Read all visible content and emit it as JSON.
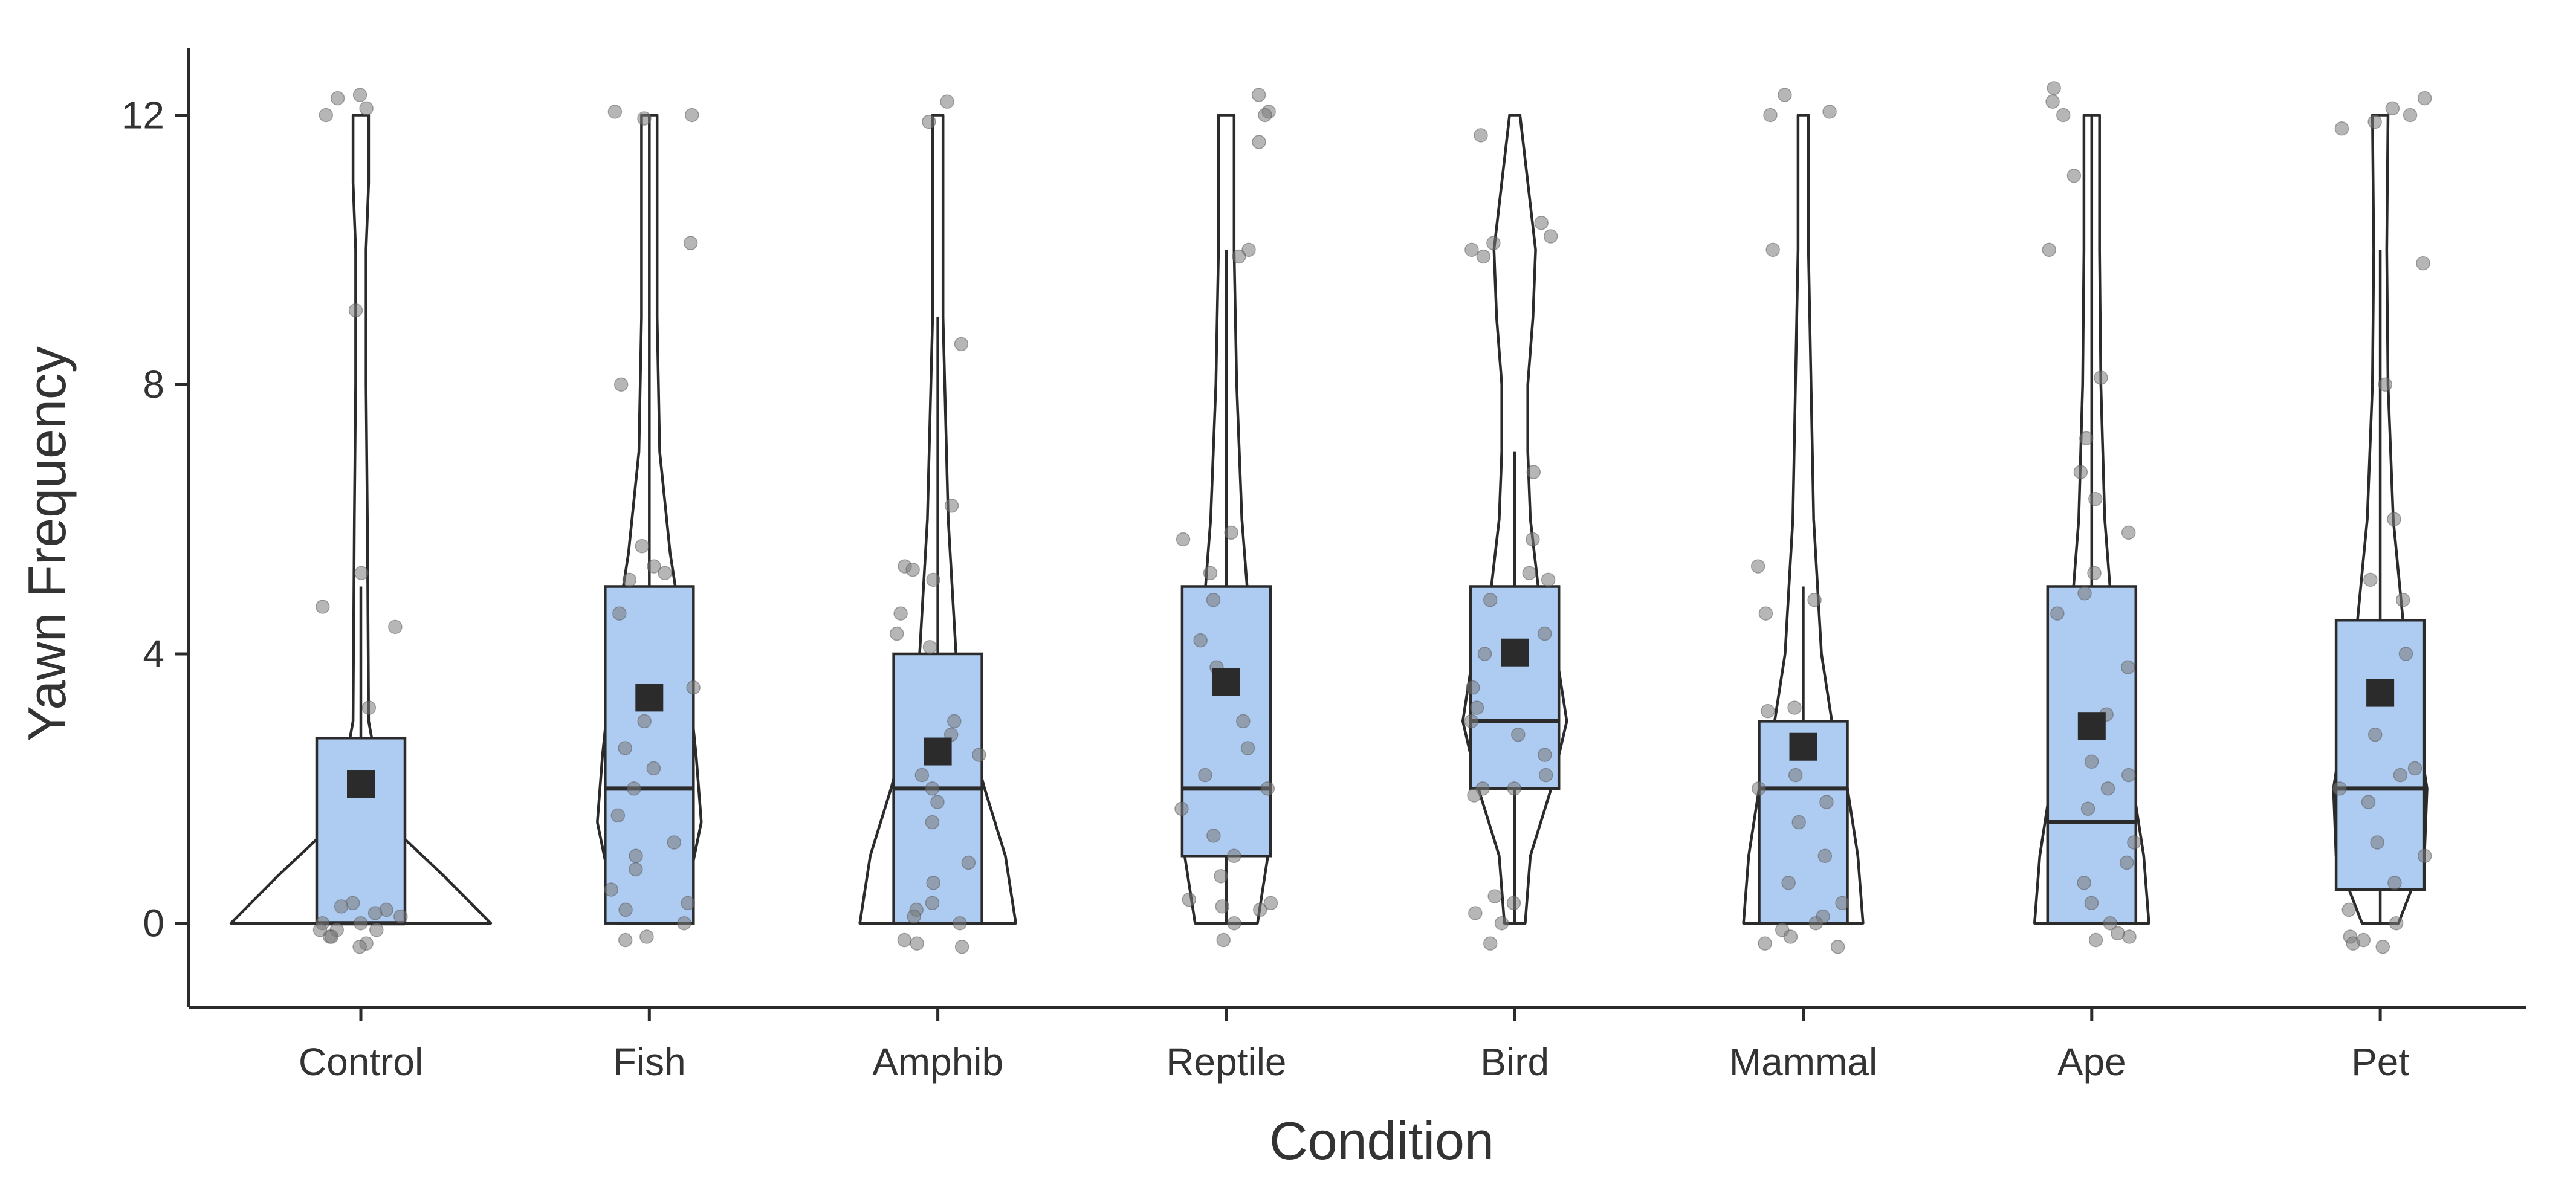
{
  "chart_data": {
    "type": "violin-box",
    "xlabel": "Condition",
    "ylabel": "Yawn Frequency",
    "ylim": [
      -1.25,
      13
    ],
    "yticks": [
      0,
      4,
      8,
      12
    ],
    "grid": false,
    "legend": "none",
    "colors": {
      "box_fill": "#aecbf1",
      "outline": "#2b2b2b",
      "point": "#7a7a7a",
      "mean_marker": "#2b2b2b"
    },
    "categories": [
      "Control",
      "Fish",
      "Amphib",
      "Reptile",
      "Bird",
      "Mammal",
      "Ape",
      "Pet"
    ],
    "groups": [
      {
        "name": "Control",
        "box": {
          "whisker_low": 0,
          "q1": 0,
          "median": 0,
          "q3": 2.75,
          "whisker_high": 5
        },
        "mean": 2.07,
        "violin": [
          [
            0,
            0.5
          ],
          [
            0.7,
            0.32
          ],
          [
            1.5,
            0.1
          ],
          [
            3,
            0.03
          ],
          [
            6,
            0.025
          ],
          [
            8,
            0.02
          ],
          [
            10,
            0.02
          ],
          [
            11,
            0.03
          ],
          [
            12,
            0.03
          ]
        ],
        "points": [
          12.3,
          12.1,
          12.0,
          12.25,
          9.1,
          5.2,
          4.7,
          4.4,
          3.2,
          0.3,
          0.25,
          0.2,
          0.15,
          0,
          0,
          -0.1,
          -0.1,
          -0.2,
          -0.3,
          -0.35,
          -0.2,
          -0.1,
          0.1
        ]
      },
      {
        "name": "Fish",
        "box": {
          "whisker_low": 0,
          "q1": 0,
          "median": 2,
          "q3": 5,
          "whisker_high": 12
        },
        "mean": 3.35,
        "violin": [
          [
            0,
            0.12
          ],
          [
            1.5,
            0.2
          ],
          [
            2.5,
            0.18
          ],
          [
            4,
            0.14
          ],
          [
            5.5,
            0.08
          ],
          [
            7,
            0.04
          ],
          [
            9,
            0.03
          ],
          [
            12,
            0.03
          ]
        ],
        "points": [
          12.0,
          12.05,
          11.95,
          10.1,
          8.0,
          5.6,
          5.3,
          5.2,
          5.1,
          4.6,
          3.5,
          3.0,
          2.6,
          2.3,
          2.0,
          1.6,
          1.2,
          1.0,
          0.8,
          0.5,
          0.3,
          0.2,
          0,
          -0.2,
          -0.25
        ]
      },
      {
        "name": "Amphib",
        "box": {
          "whisker_low": 0,
          "q1": 0,
          "median": 2,
          "q3": 4,
          "whisker_high": 9
        },
        "mean": 2.55,
        "violin": [
          [
            0,
            0.3
          ],
          [
            1,
            0.26
          ],
          [
            2,
            0.18
          ],
          [
            3,
            0.11
          ],
          [
            4,
            0.07
          ],
          [
            6,
            0.04
          ],
          [
            9,
            0.02
          ],
          [
            11,
            0.02
          ],
          [
            12,
            0.02
          ]
        ],
        "points": [
          12.2,
          11.9,
          8.6,
          6.2,
          5.3,
          5.25,
          5.1,
          4.6,
          4.3,
          4.1,
          3.0,
          2.8,
          2.5,
          2.2,
          2.0,
          1.8,
          1.5,
          0.9,
          0.6,
          0.3,
          0.2,
          0.1,
          0,
          -0.25,
          -0.3,
          -0.35
        ]
      },
      {
        "name": "Reptile",
        "box": {
          "whisker_low": 0,
          "q1": 1,
          "median": 2,
          "q3": 5,
          "whisker_high": 10
        },
        "mean": 3.58,
        "violin": [
          [
            0,
            0.12
          ],
          [
            1,
            0.16
          ],
          [
            2,
            0.16
          ],
          [
            3,
            0.13
          ],
          [
            4,
            0.1
          ],
          [
            6,
            0.06
          ],
          [
            8,
            0.04
          ],
          [
            10,
            0.03
          ],
          [
            12,
            0.03
          ]
        ],
        "points": [
          12.3,
          12.05,
          12.0,
          11.6,
          10.0,
          9.9,
          5.8,
          5.7,
          5.2,
          4.8,
          4.2,
          3.8,
          3.0,
          2.6,
          2.2,
          2.0,
          1.7,
          1.3,
          1.0,
          0.7,
          0.35,
          0.3,
          0.25,
          0.2,
          0,
          -0.25
        ]
      },
      {
        "name": "Bird",
        "box": {
          "whisker_low": 0,
          "q1": 2,
          "median": 3,
          "q3": 5,
          "whisker_high": 7
        },
        "mean": 4.02,
        "violin": [
          [
            0,
            0.04
          ],
          [
            1,
            0.06
          ],
          [
            2,
            0.14
          ],
          [
            3,
            0.2
          ],
          [
            4,
            0.16
          ],
          [
            5,
            0.09
          ],
          [
            6,
            0.06
          ],
          [
            7,
            0.05
          ],
          [
            8,
            0.05
          ],
          [
            9,
            0.07
          ],
          [
            10,
            0.08
          ],
          [
            11,
            0.05
          ],
          [
            12,
            0.02
          ]
        ],
        "points": [
          11.7,
          10.4,
          10.2,
          10.1,
          10.0,
          9.9,
          6.7,
          5.7,
          5.2,
          5.1,
          4.8,
          4.3,
          4.0,
          3.5,
          3.2,
          3.0,
          2.8,
          2.5,
          2.2,
          2.0,
          2.0,
          1.9,
          0.4,
          0.3,
          0.15,
          0,
          -0.3
        ]
      },
      {
        "name": "Mammal",
        "box": {
          "whisker_low": 0,
          "q1": 0,
          "median": 2,
          "q3": 3,
          "whisker_high": 5
        },
        "mean": 2.62,
        "violin": [
          [
            0,
            0.23
          ],
          [
            1,
            0.21
          ],
          [
            2,
            0.17
          ],
          [
            3,
            0.11
          ],
          [
            4,
            0.07
          ],
          [
            6,
            0.04
          ],
          [
            8,
            0.03
          ],
          [
            10,
            0.02
          ],
          [
            12,
            0.02
          ]
        ],
        "points": [
          12.3,
          12.05,
          12.0,
          10.0,
          5.3,
          4.8,
          4.6,
          3.2,
          3.15,
          2.6,
          2.2,
          2.0,
          1.8,
          1.5,
          1.0,
          0.6,
          0.3,
          0.1,
          0,
          -0.1,
          -0.2,
          -0.3,
          -0.35
        ]
      },
      {
        "name": "Ape",
        "box": {
          "whisker_low": 0,
          "q1": 0,
          "median": 1.5,
          "q3": 5,
          "whisker_high": 12
        },
        "mean": 2.93,
        "violin": [
          [
            0,
            0.22
          ],
          [
            1,
            0.2
          ],
          [
            2,
            0.16
          ],
          [
            3,
            0.12
          ],
          [
            4,
            0.09
          ],
          [
            5,
            0.07
          ],
          [
            6,
            0.05
          ],
          [
            8,
            0.035
          ],
          [
            10,
            0.03
          ],
          [
            12,
            0.03
          ]
        ],
        "points": [
          12.4,
          12.2,
          12.0,
          11.1,
          10.0,
          8.1,
          7.2,
          6.7,
          6.3,
          5.8,
          5.2,
          4.9,
          4.6,
          3.8,
          3.1,
          2.4,
          2.2,
          2.0,
          1.7,
          1.2,
          0.9,
          0.6,
          0.3,
          0,
          -0.15,
          -0.2,
          -0.25
        ]
      },
      {
        "name": "Pet",
        "box": {
          "whisker_low": 0,
          "q1": 0.5,
          "median": 2,
          "q3": 4.5,
          "whisker_high": 10
        },
        "mean": 3.42,
        "violin": [
          [
            0,
            0.07
          ],
          [
            1,
            0.17
          ],
          [
            2,
            0.18
          ],
          [
            3,
            0.14
          ],
          [
            4,
            0.1
          ],
          [
            6,
            0.05
          ],
          [
            8,
            0.03
          ],
          [
            10,
            0.025
          ],
          [
            12,
            0.03
          ]
        ],
        "points": [
          12.25,
          12.1,
          12.0,
          11.9,
          11.8,
          9.8,
          8.0,
          6.0,
          5.1,
          4.8,
          4.0,
          3.4,
          2.8,
          2.3,
          2.2,
          2.0,
          1.8,
          1.2,
          1.0,
          0.6,
          0.2,
          0,
          -0.2,
          -0.3,
          -0.35,
          -0.25
        ]
      }
    ]
  }
}
